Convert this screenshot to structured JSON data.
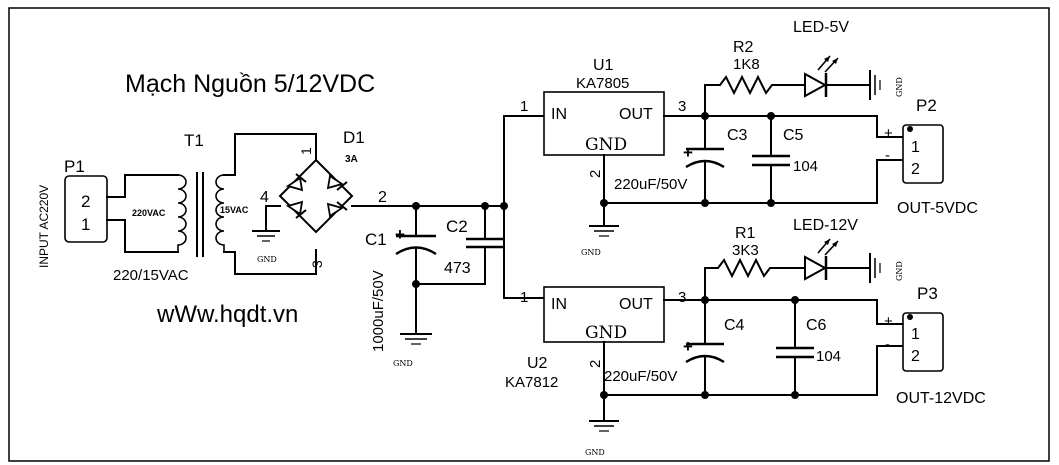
{
  "title": "Mạch Nguồn 5/12VDC",
  "website": "wWw.hqdt.vn",
  "input_label": "INPUT AC220V",
  "gnd": "GND",
  "p1": {
    "ref": "P1",
    "pin2": "2",
    "pin1": "1"
  },
  "t1": {
    "ref": "T1",
    "primary": "220VAC",
    "secondary": "15VAC",
    "rating": "220/15VAC"
  },
  "d1": {
    "ref": "D1",
    "rating": "3A",
    "pin1": "1",
    "pin2": "2",
    "pin3": "3",
    "pin4": "4"
  },
  "c1": {
    "ref": "C1",
    "value": "1000uF/50V"
  },
  "c2": {
    "ref": "C2",
    "value": "473"
  },
  "u1": {
    "ref": "U1",
    "part": "KA7805",
    "in": "IN",
    "out": "OUT",
    "gnd": "GND",
    "pin1": "1",
    "pin2": "2",
    "pin3": "3"
  },
  "u2": {
    "ref": "U2",
    "part": "KA7812",
    "in": "IN",
    "out": "OUT",
    "gnd": "GND",
    "pin1": "1",
    "pin2": "2",
    "pin3": "3"
  },
  "r2": {
    "ref": "R2",
    "value": "1K8"
  },
  "r1": {
    "ref": "R1",
    "value": "3K3"
  },
  "led5": {
    "ref": "LED-5V"
  },
  "led12": {
    "ref": "LED-12V"
  },
  "c3": {
    "ref": "C3",
    "value": "220uF/50V"
  },
  "c4": {
    "ref": "C4",
    "value": "220uF/50V"
  },
  "c5": {
    "ref": "C5",
    "value": "104"
  },
  "c6": {
    "ref": "C6",
    "value": "104"
  },
  "p2": {
    "ref": "P2",
    "pin1": "1",
    "pin2": "2",
    "plus": "+",
    "minus": "-",
    "label": "OUT-5VDC"
  },
  "p3": {
    "ref": "P3",
    "pin1": "1",
    "pin2": "2",
    "plus": "+",
    "minus": "-",
    "label": "OUT-12VDC"
  },
  "cap_plus": "+"
}
